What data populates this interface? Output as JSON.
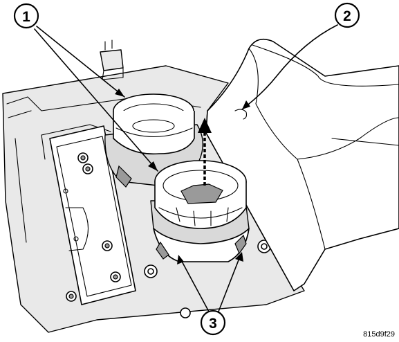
{
  "callouts": [
    {
      "id": "1",
      "label": "1"
    },
    {
      "id": "2",
      "label": "2"
    },
    {
      "id": "3",
      "label": "3"
    }
  ],
  "figure_id": "815d9f29",
  "colors": {
    "line": "#000000",
    "shade": "#d9d9d9",
    "light_shade": "#e9e9e9",
    "background": "#ffffff"
  }
}
